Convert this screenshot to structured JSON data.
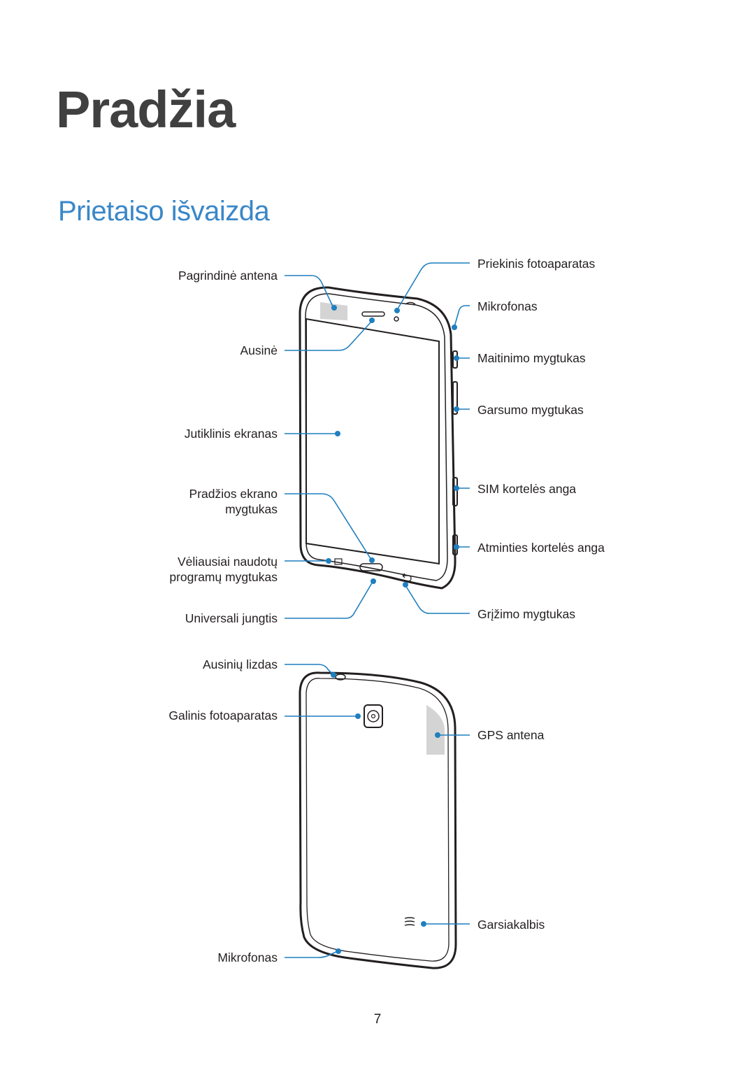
{
  "page": {
    "title": "Pradžia",
    "section_title": "Prietaiso išvaizda",
    "page_number": "7"
  },
  "front_view": {
    "left_labels": {
      "main_antenna": "Pagrindinė antena",
      "earpiece": "Ausinė",
      "touch_screen": "Jutiklinis ekranas",
      "home_button": "Pradžios ekrano\nmygtukas",
      "recent_apps_button": "Vėliausiai naudotų\nprogramų mygtukas",
      "multipurpose_jack": "Universali jungtis"
    },
    "right_labels": {
      "front_camera": "Priekinis fotoaparatas",
      "microphone": "Mikrofonas",
      "power_button": "Maitinimo mygtukas",
      "volume_button": "Garsumo mygtukas",
      "sim_slot": "SIM kortelės anga",
      "memory_card_slot": "Atminties kortelės anga",
      "back_button": "Grįžimo mygtukas"
    }
  },
  "back_view": {
    "left_labels": {
      "headset_jack": "Ausinių lizdas",
      "rear_camera": "Galinis fotoaparatas",
      "microphone": "Mikrofonas"
    },
    "right_labels": {
      "gps_antenna": "GPS antena",
      "speaker": "Garsiakalbis"
    }
  },
  "colors": {
    "title": "#404040",
    "section_title": "#3a87c8",
    "callout": "#1f7fbf",
    "device_outline": "#231f20",
    "antenna_area": "#d4d4d4"
  }
}
